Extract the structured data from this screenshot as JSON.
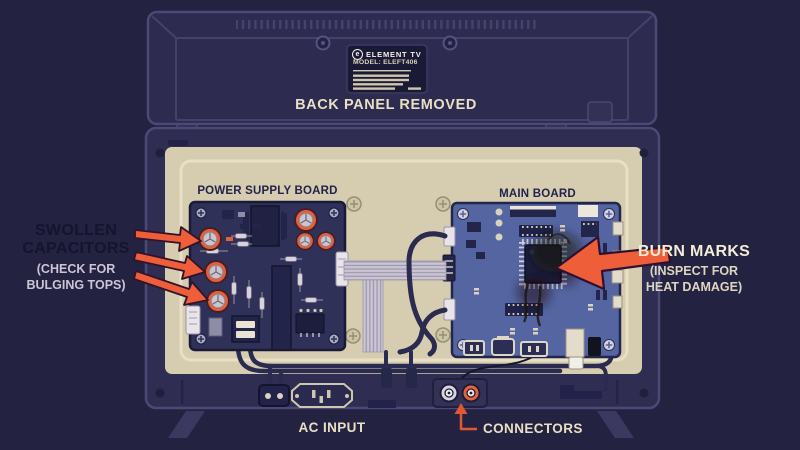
{
  "diagram_title": "TV back-panel troubleshooting diagram",
  "palette": {
    "background": "#242241",
    "panel_navy": "#2d2b4f",
    "panel_outline": "#4b4976",
    "chassis_cream": "#d6cdb1",
    "psu_board_navy": "#2f3158",
    "main_board_blue": "#5565a2",
    "accent_orange": "#ee5f39",
    "label_cream": "#e9e0c4",
    "dark_label_text": "#15132d"
  },
  "icons": {
    "brand_logo": "circled-e",
    "screws": "phillips-cross",
    "arrows": "solid-orange-pointer"
  },
  "back_panel": {
    "label_plate": {
      "brand_icon": "e",
      "brand": "ELEMENT TV",
      "model": "MODEL: ELEFT406"
    },
    "caption": "BACK PANEL REMOVED"
  },
  "boards": {
    "psu_title": "POWER SUPPLY BOARD",
    "main_title": "MAIN BOARD"
  },
  "annotations": {
    "swollen": {
      "line1": "SWOLLEN",
      "line2": "CAPACITORS",
      "sub1": "(CHECK FOR",
      "sub2": "BULGING TOPS)"
    },
    "burn": {
      "title": "BURN MARKS",
      "sub1": "(INSPECT FOR",
      "sub2": "HEAT DAMAGE)"
    },
    "ac_input": "AC INPUT",
    "connectors": "CONNECTORS"
  }
}
